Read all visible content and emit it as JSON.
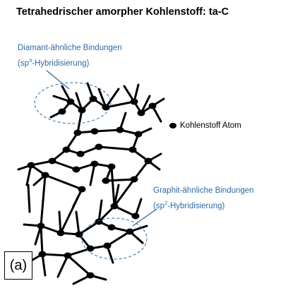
{
  "title": "Tetrahedrischer amorpher Kohlenstoff: ta-C",
  "annotations": {
    "diamond_line1": "Diamant-ähnliche Bindungen",
    "diamond_line2_pre": "(sp",
    "diamond_sup": "3",
    "diamond_line2_post": "-Hybridisierung)",
    "graphite_line1": "Graphit-ähnliche Bindungen",
    "graphite_line2_pre": "(sp",
    "graphite_sup": "2",
    "graphite_line2_post": "-Hybridisierung)"
  },
  "legend": {
    "label": "Kohlenstoff Atom"
  },
  "panel_label": "(a)",
  "colors": {
    "annotation": "#2e6aa6",
    "atom": "#000000",
    "bond": "#000000"
  }
}
